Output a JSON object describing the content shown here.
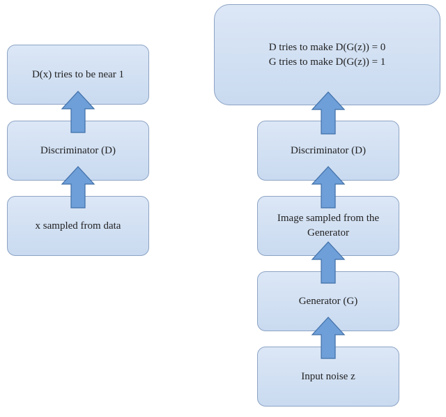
{
  "left_flow": {
    "top_label": "D(x) tries to be near 1",
    "middle_label": "Discriminator (D)",
    "bottom_label": "x sampled from data"
  },
  "right_flow": {
    "objective_line1": "D tries to make D(G(z)) = 0",
    "objective_line2": "G tries to make D(G(z)) = 1",
    "discriminator_label": "Discriminator (D)",
    "image_label_line1": "Image sampled from the",
    "image_label_line2": "Generator",
    "generator_label": "Generator (G)",
    "noise_label": "Input noise z"
  },
  "colors": {
    "box_fill": "#c9daf0",
    "box_border": "#8ca3c4",
    "arrow_fill": "#6f9fd8",
    "arrow_stroke": "#3f6fa8"
  }
}
